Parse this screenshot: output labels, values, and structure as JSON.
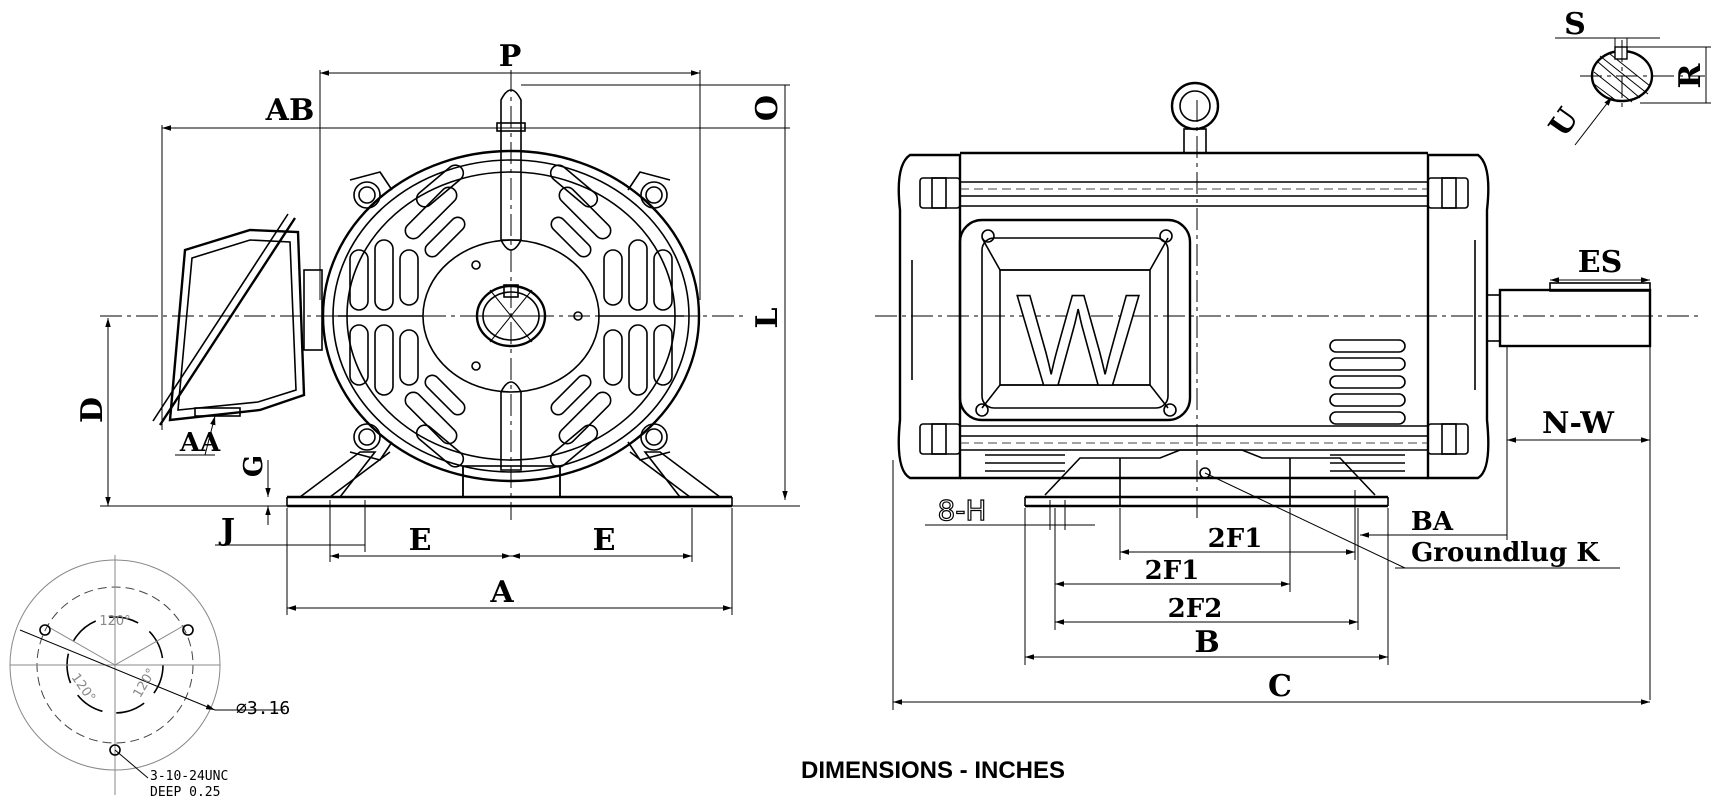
{
  "caption": "DIMENSIONS - INCHES",
  "end_view_labels": {
    "p": "P",
    "ab": "AB",
    "o": "O",
    "l": "L",
    "d": "D",
    "aa": "AA",
    "g": "G",
    "j": "J",
    "e_left": "E",
    "e_right": "E",
    "a": "A"
  },
  "side_view_labels": {
    "es": "ES",
    "nw": "N-W",
    "ba": "BA",
    "groundlug": "Groundlug K",
    "h": "8-H",
    "f1_upper": "2F1",
    "f1_lower": "2F1",
    "f2": "2F2",
    "b": "B",
    "c": "C",
    "w_logo": "W"
  },
  "shaft_section_labels": {
    "s": "S",
    "r": "R",
    "u": "U"
  },
  "flange_detail": {
    "angle_top": "120°",
    "angle_left": "120°",
    "angle_right": "120°",
    "diameter": "⌀3.16",
    "tap_line1": "3-10-24UNC",
    "tap_line2": "DEEP 0.25"
  }
}
